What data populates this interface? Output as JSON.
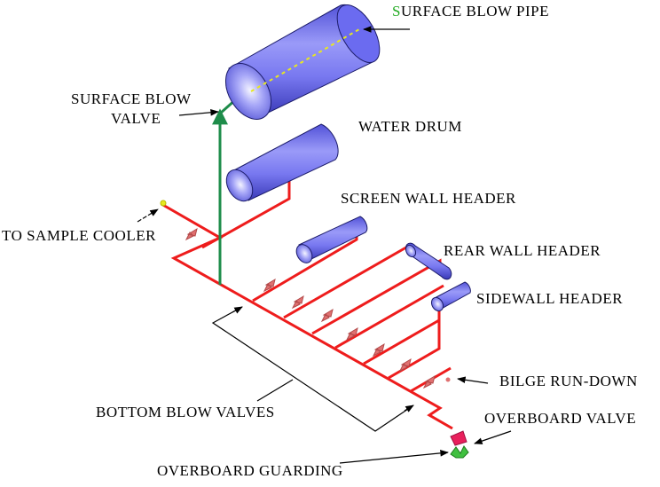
{
  "diagram": {
    "labels": {
      "surface_blow_pipe_first": "S",
      "surface_blow_pipe_rest": "URFACE  BLOW  PIPE",
      "surface_blow_valve_line1": "SURFACE  BLOW",
      "surface_blow_valve_line2": "VALVE",
      "water_drum": "WATER  DRUM",
      "screen_wall_header": "SCREEN  WALL  HEADER",
      "rear_wall_header": "REAR  WALL  HEADER",
      "sidewall_header": "SIDEWALL  HEADER",
      "to_sample_cooler": "TO  SAMPLE COOLER",
      "bilge_run_down": "BILGE  RUN-DOWN",
      "bottom_blow_valves": "BOTTOM  BLOW  VALVES",
      "overboard_valve": "OVERBOARD  VALVE",
      "overboard_guarding": "OVERBOARD  GUARDING"
    },
    "colors": {
      "pipe": "#ee1c1c",
      "riser": "#1e8c4a",
      "drum_fill": "#6b6bf0",
      "drum_edge": "#1c1c6a",
      "valve": "#e07070",
      "accent_green": "#22aa22",
      "dashed_line": "#e8e820"
    }
  }
}
